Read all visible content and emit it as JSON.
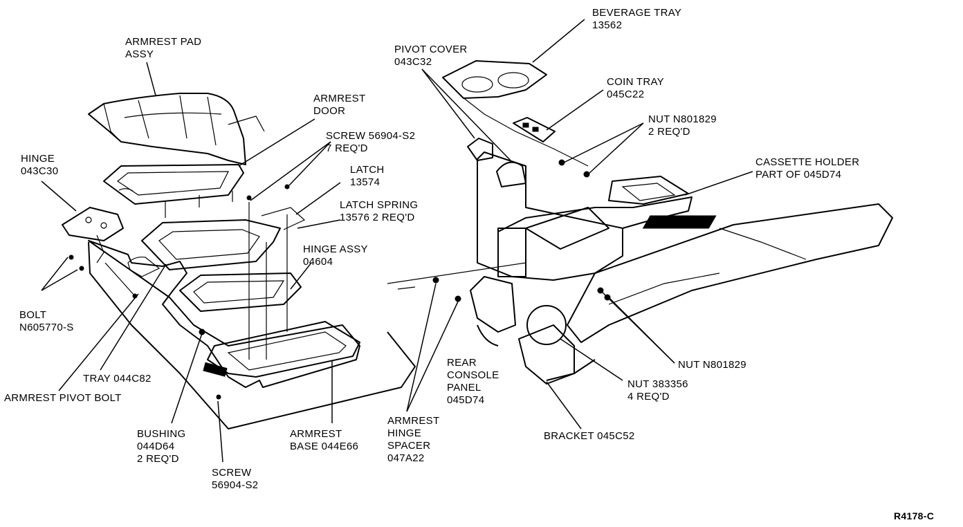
{
  "callouts": {
    "armrest_pad_assy": [
      "ARMREST PAD",
      "ASSY"
    ],
    "armrest_door": [
      "ARMREST",
      "DOOR"
    ],
    "screw_7": [
      "SCREW 56904-S2",
      "7 REQ'D"
    ],
    "latch": [
      "LATCH",
      "13574"
    ],
    "latch_spring": [
      "LATCH SPRING",
      "13576 2 REQ'D"
    ],
    "hinge_assy": [
      "HINGE ASSY",
      "04604"
    ],
    "hinge": [
      "HINGE",
      "043C30"
    ],
    "bolt": [
      "BOLT",
      "N605770-S"
    ],
    "tray": [
      "TRAY 044C82"
    ],
    "armrest_pivot_bolt": [
      "ARMREST PIVOT BOLT"
    ],
    "bushing": [
      "BUSHING",
      "044D64",
      "2 REQ'D"
    ],
    "screw_single": [
      "SCREW",
      "56904-S2"
    ],
    "armrest_base": [
      "ARMREST",
      "BASE 044E66"
    ],
    "armrest_hinge_spacer": [
      "ARMREST",
      "HINGE",
      "SPACER",
      "047A22"
    ],
    "rear_console_panel": [
      "REAR",
      "CONSOLE",
      "PANEL",
      "045D74"
    ],
    "pivot_cover": [
      "PIVOT COVER",
      "043C32"
    ],
    "beverage_tray": [
      "BEVERAGE TRAY",
      "13562"
    ],
    "coin_tray": [
      "COIN TRAY",
      "045C22"
    ],
    "nut_2req": [
      "NUT N801829",
      "2 REQ'D"
    ],
    "cassette_holder": [
      "CASSETTE HOLDER",
      "PART OF 045D74"
    ],
    "nut_right": [
      "NUT N801829"
    ],
    "nut_383356": [
      "NUT 383356",
      "4 REQ'D"
    ],
    "bracket": [
      "BRACKET 045C52"
    ]
  },
  "figure_id": "R4178-C"
}
